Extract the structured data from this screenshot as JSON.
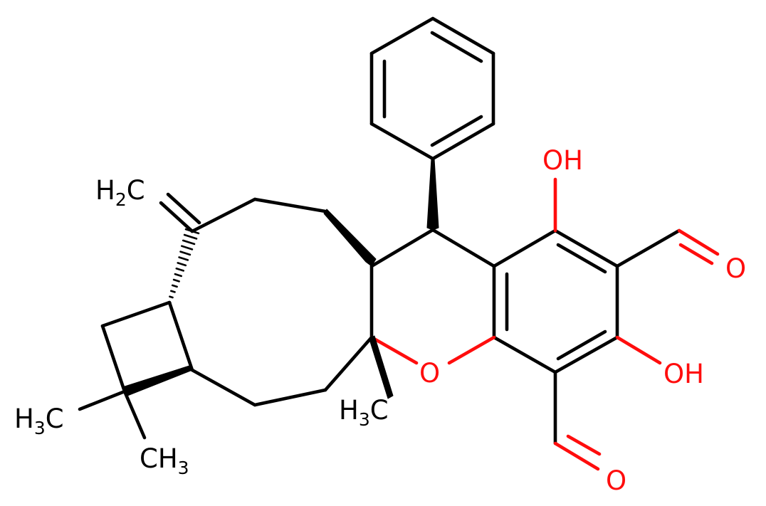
{
  "colors": {
    "carbon": "#000000",
    "oxygen": "#ff0d0d",
    "background": "#ffffff"
  },
  "atom_labels": {
    "ch2": {
      "main": "H",
      "sub": "2",
      "tail": "C"
    },
    "oh_top": "OH",
    "oh_bottom": "OH",
    "o_ring": "O",
    "o_cho_top": "O",
    "o_cho_bottom": "O",
    "h3c_left": {
      "main": "H",
      "sub": "3",
      "tail": "C"
    },
    "ch3_bottom": {
      "main": "CH",
      "sub": "3"
    },
    "h3c_center": {
      "main": "H",
      "sub": "3",
      "tail": "C"
    }
  }
}
